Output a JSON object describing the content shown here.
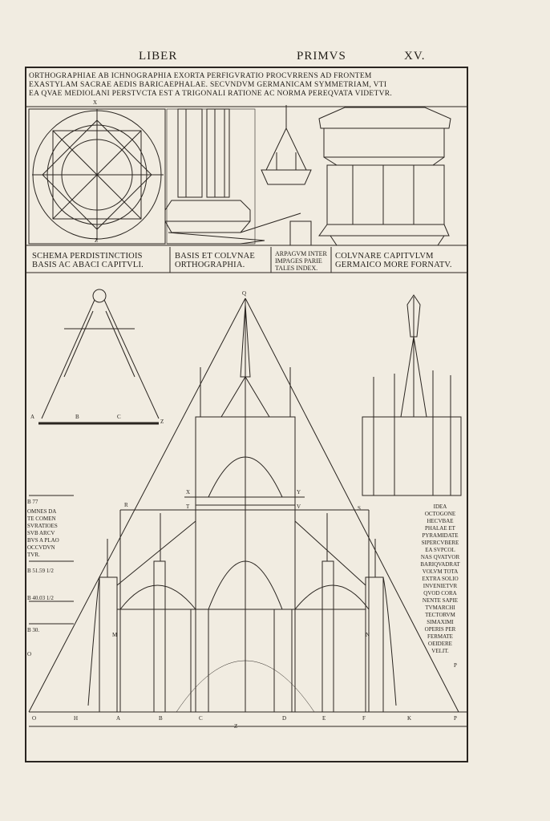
{
  "running_head": {
    "left": "LIBER",
    "center": "PRIMVS",
    "right": "XV."
  },
  "caption": {
    "line1": "ORTHOGRAPHIAE AB ICHNOGRAPHIA EXORTA PERFIGVRATIO PROCVRRENS AD FRONTEM",
    "line2": "EXASTYLAM SACRAE AEDIS BARICAEPHALAE. SECVNDVM GERMANICAM SYMMETRIAM, VTI",
    "line3": "EA QVAE MEDIOLANI PERSTVCTA EST A TRIGONALI RATIONE AC NORMA PEREQVATA VIDETVR."
  },
  "figure_labels": {
    "schema": [
      "SCHEMA PERDISTINCTIOIS",
      "BASIS AC ABACI CAPITVLI."
    ],
    "basis": [
      "BASIS ET COLVNAE",
      "ORTHOGRAPHIA."
    ],
    "arpagum": [
      "ARPAGVM INTER",
      "IMPAGES PARIE",
      "TALES INDEX."
    ],
    "columnare": [
      "COLVNARE CAPITVLVM",
      "GERMAICO MORE FORNATV."
    ]
  },
  "left_margin_notes": {
    "b77": "B 77",
    "omnes": [
      "OMNES DA",
      "TE COMEN",
      "SVRATIOES",
      "SVB ARCV",
      "BVS A PLAO",
      "OCCVDVN",
      "TVR."
    ],
    "b51": "B 51.59 1/2",
    "b40": "B 40.03 1/2",
    "b30": "B 30."
  },
  "right_margin_note": [
    "IDEA",
    "OCTOGONE",
    "HECVBAE",
    "PHALAE ET",
    "PYRAMIDATE",
    "SIPERCVBERE",
    "EA SVPCOL",
    "NAS QVATVOR",
    "BARIQVADRAT",
    "VOLVM TOTA",
    "EXTRA SOLIO",
    "INVENIETVR",
    "QVOD CORA",
    "NENTE SAPIE",
    "TVMARCHI",
    "TECTORVM",
    "SIMAXIMI",
    "OPERIS PER",
    "FERMATE",
    "OEIDERE",
    "VELIT."
  ],
  "letters": {
    "compass": [
      "A",
      "B",
      "C",
      "Z"
    ],
    "apex": "Q",
    "mid_row": [
      "R",
      "T",
      "X",
      "V",
      "Y",
      "S"
    ],
    "side": [
      "M",
      "N",
      "O",
      "P"
    ],
    "baseline": [
      "O",
      "H",
      "A",
      "B",
      "C",
      "Z",
      "D",
      "E",
      "F",
      "K",
      "P"
    ],
    "plan": [
      "X",
      "Z"
    ]
  },
  "colors": {
    "paper": "#f1ece1",
    "ink": "#231f1a"
  }
}
